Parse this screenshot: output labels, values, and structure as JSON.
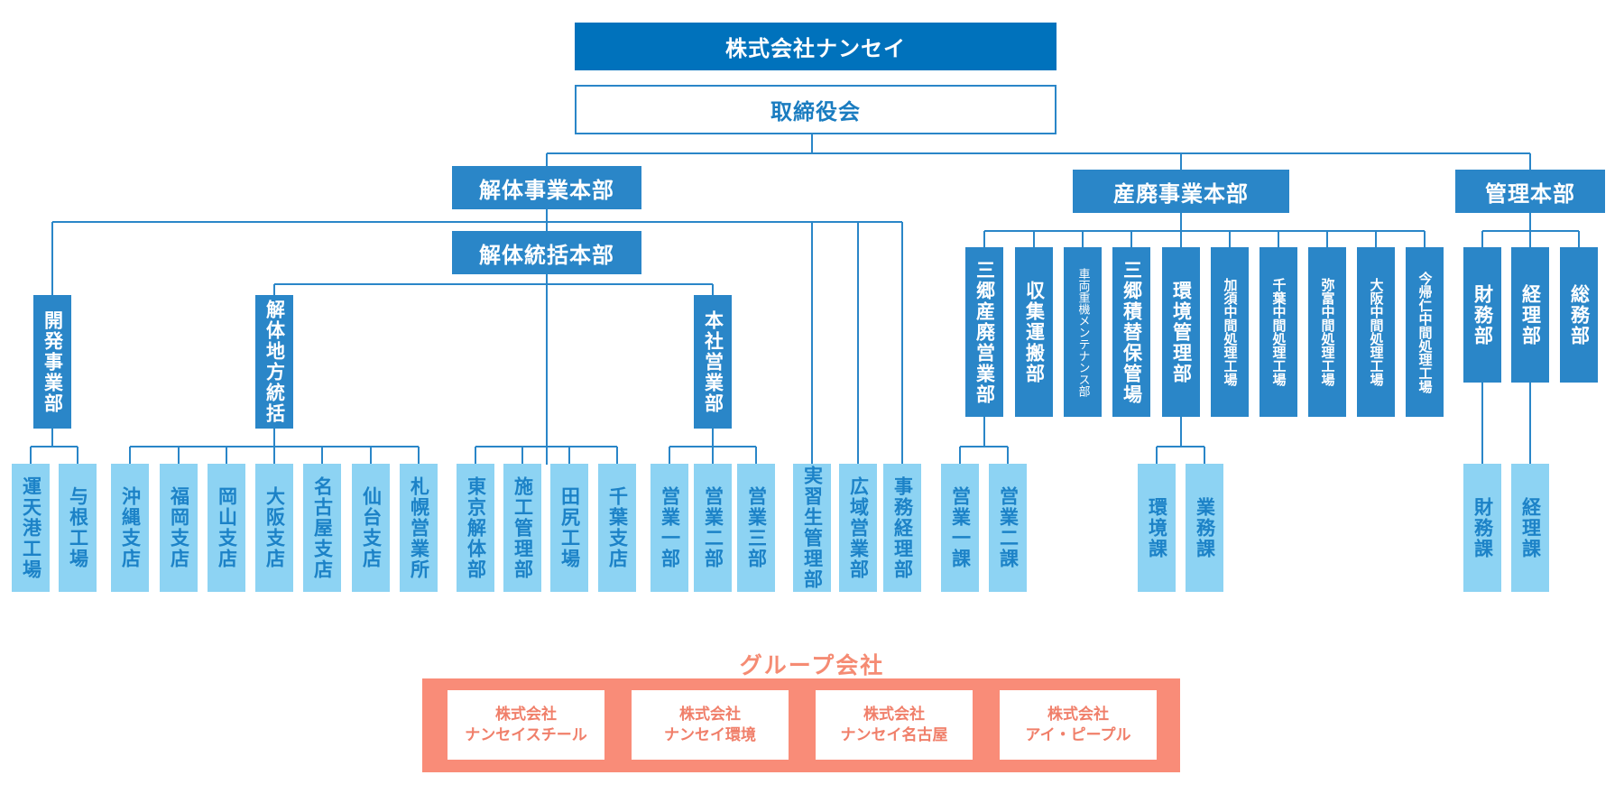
{
  "company": "株式会社ナンセイ",
  "board": "取締役会",
  "divisions": {
    "demolition": "解体事業本部",
    "demolition_control": "解体統括本部",
    "industrial_waste": "産廃事業本部",
    "management": "管理本部"
  },
  "departments": {
    "development": "開発事業部",
    "regional": "解体地方統括",
    "head_sales": "本社営業部",
    "sanko_sangyo": "三郷産廃営業部",
    "collection": "収集運搬部",
    "vehicle": "車両重機メンテナンス部",
    "sanko_storage": "三郷積替保管場",
    "environment": "環境管理部",
    "kazo": "加須中間処理工場",
    "chiba_plant": "千葉中間処理工場",
    "yatomi": "弥富中間処理工場",
    "osaka_plant": "大阪中間処理工場",
    "imakini": "今帰仁中間処理工場",
    "finance": "財務部",
    "accounting": "経理部",
    "general": "総務部"
  },
  "units": {
    "unten": "運天港工場",
    "yone": "与根工場",
    "okinawa": "沖縄支店",
    "fukuoka": "福岡支店",
    "okayama": "岡山支店",
    "osaka": "大阪支店",
    "nagoya": "名古屋支店",
    "sendai": "仙台支店",
    "sapporo": "札幌営業所",
    "tokyo": "東京解体部",
    "construction": "施工管理部",
    "tajiri": "田尻工場",
    "chiba": "千葉支店",
    "sales1": "営業一部",
    "sales2": "営業二部",
    "sales3": "営業三部",
    "trainee": "実習生管理部",
    "wide_area": "広域営業部",
    "office": "事務経理部",
    "sales_sec1": "営業一課",
    "sales_sec2": "営業二課",
    "env_sec": "環境課",
    "business_sec": "業務課",
    "finance_sec": "財務課",
    "accounting_sec": "経理課"
  },
  "group": {
    "title": "グループ会社",
    "companies": [
      {
        "line1": "株式会社",
        "line2": "ナンセイスチール"
      },
      {
        "line1": "株式会社",
        "line2": "ナンセイ環境"
      },
      {
        "line1": "株式会社",
        "line2": "ナンセイ名古屋"
      },
      {
        "line1": "株式会社",
        "line2": "アイ・ピープル"
      }
    ]
  },
  "colors": {
    "top": "#0072bc",
    "dark": "#2a86c8",
    "light": "#8dd3f3",
    "line": "#2a86c8",
    "group": "#f98c78"
  }
}
